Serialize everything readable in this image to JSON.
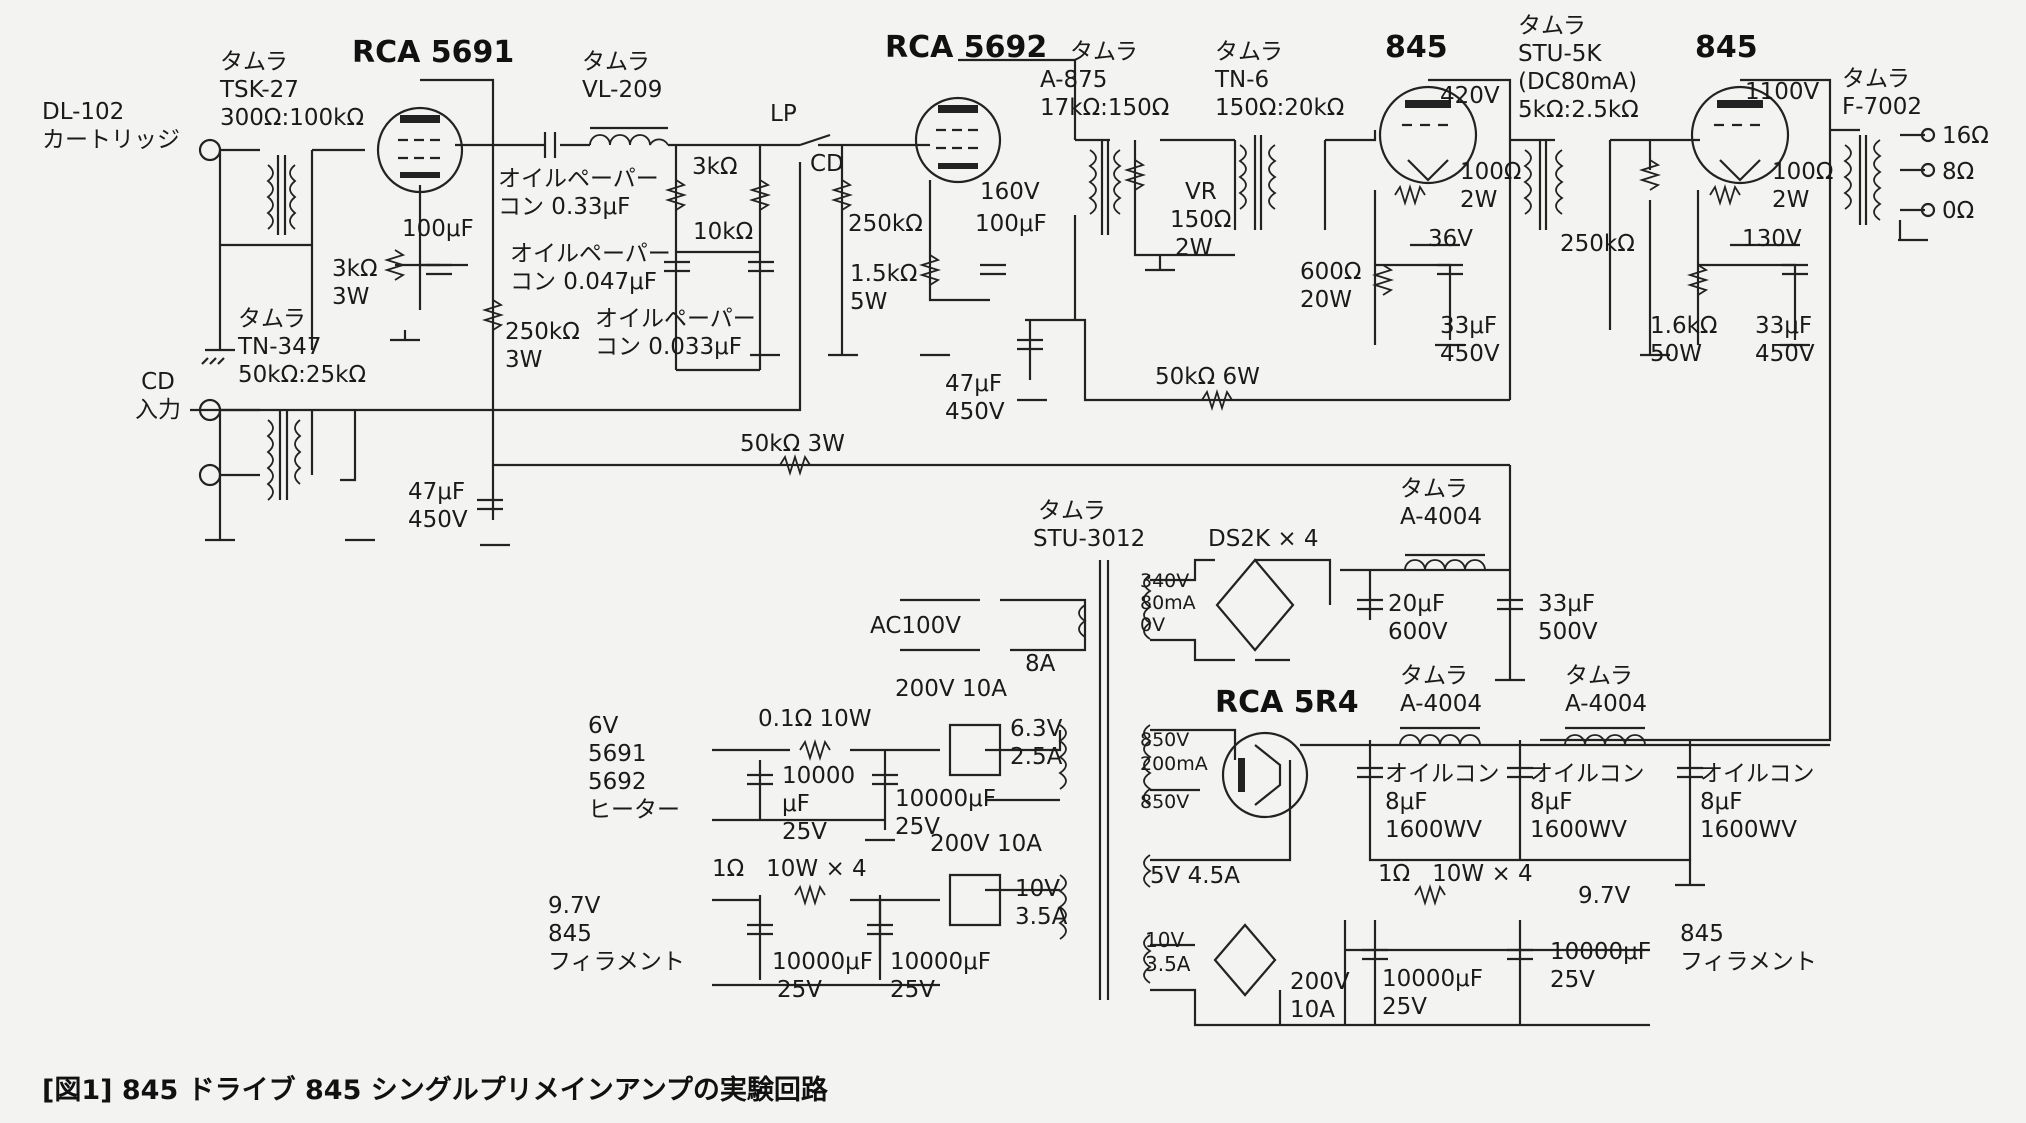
{
  "caption": "[図1]  845 ドライブ 845 シングルプリメインアンプの実験回路",
  "tubes": {
    "v1": "RCA  5691",
    "v2": "RCA  5692",
    "v3": "845",
    "v4": "845",
    "rect": "RCA  5R4"
  },
  "inputs": {
    "cartridge_1": "DL-102",
    "cartridge_2": "カートリッジ",
    "cd_1": "CD",
    "cd_2": "入力"
  },
  "transformers": {
    "tsk27": [
      "タムラ",
      "TSK-27",
      "300Ω:100kΩ"
    ],
    "tn347": [
      "タムラ",
      "TN-347",
      "50kΩ:25kΩ"
    ],
    "vl209": [
      "タムラ",
      "VL-209"
    ],
    "a875": [
      "タムラ",
      "A-875",
      "17kΩ:150Ω"
    ],
    "tn6": [
      "タムラ",
      "TN-6",
      "150Ω:20kΩ"
    ],
    "stu5k": [
      "タムラ",
      "STU-5K",
      "(DC80mA)",
      "5kΩ:2.5kΩ"
    ],
    "f7002": [
      "タムラ",
      "F-7002"
    ],
    "stu3012": [
      "タムラ",
      "STU-3012"
    ],
    "a4004_1": [
      "タムラ",
      "A-4004"
    ],
    "a4004_2": [
      "タムラ",
      "A-4004"
    ],
    "a4004_3": [
      "タムラ",
      "A-4004"
    ]
  },
  "speaker_taps": [
    "16Ω",
    "8Ω",
    "0Ω"
  ],
  "switches": {
    "lp": "LP",
    "cd": "CD"
  },
  "stage1": {
    "c_couple": [
      "オイルペーパー",
      "コン 0.33μF"
    ],
    "r_k": [
      "3kΩ",
      "3W"
    ],
    "c_k": "100μF",
    "r_grid": [
      "250kΩ",
      "3W"
    ],
    "r_3k": "3kΩ",
    "r_10k": "10kΩ",
    "c_047": [
      "オイルペーパー",
      "コン 0.047μF"
    ],
    "c_033": [
      "オイルペーパー",
      "コン 0.033μF"
    ]
  },
  "stage2": {
    "r_grid": "250kΩ",
    "v_plate": "160V",
    "c_k": "100μF",
    "r_k": [
      "1.5kΩ",
      "5W"
    ],
    "c_dec": [
      "47μF",
      "450V"
    ],
    "r_drop": "50kΩ  6W"
  },
  "stage3": {
    "v_plate": "420V",
    "r_hum": [
      "100Ω",
      "2W"
    ],
    "v_k": "36V",
    "r_k": [
      "600Ω",
      "20W"
    ],
    "c_k": [
      "33μF",
      "450V"
    ],
    "vr": [
      "VR",
      "150Ω",
      "2W"
    ]
  },
  "stage4": {
    "v_plate": "1100V",
    "r_hum": [
      "100Ω",
      "2W"
    ],
    "v_k": "130V",
    "r_k": [
      "1.6kΩ",
      "50W"
    ],
    "c_k": [
      "33μF",
      "450V"
    ],
    "r_grid": "250kΩ"
  },
  "decoupling": {
    "r_50k3w": "50kΩ  3W",
    "c_47": [
      "47μF",
      "450V"
    ]
  },
  "power": {
    "sec_hv": [
      "340V",
      "80mA",
      "0V"
    ],
    "diodes": "DS2K × 4",
    "c_20": [
      "20μF",
      "600V"
    ],
    "c_33": [
      "33μF",
      "500V"
    ],
    "ac": "AC100V",
    "fuse": "8A",
    "sec_850": [
      "850V",
      "200mA",
      "850V"
    ],
    "sec_5v": "5V 4.5A",
    "oil_cap_label": "オイルコン",
    "oil_cap_value": [
      "8μF",
      "1600WV"
    ],
    "heater_out": [
      "6V",
      "5691",
      "5692",
      "ヒーター"
    ],
    "r_01": "0.1Ω  10W",
    "bridge_1": "200V  10A",
    "sec_63": [
      "6.3V",
      "2.5A"
    ],
    "c_heater_a": [
      "10000",
      "μF",
      "25V"
    ],
    "c_heater_b": [
      "10000μF",
      "25V"
    ],
    "fil_out_1": [
      "9.7V",
      "845",
      "フィラメント"
    ],
    "r_1ohm": [
      "1Ω",
      "10W × 4"
    ],
    "bridge_2": "200V  10A",
    "sec_10v_a": [
      "10V",
      "3.5A"
    ],
    "c_fil_a": [
      "10000μF",
      "25V"
    ],
    "c_fil_b": [
      "10000μF",
      "25V"
    ],
    "sec_10v_b": [
      "10V",
      "3.5A"
    ],
    "bridge_3": [
      "200V",
      "10A"
    ],
    "r_1ohm_b": [
      "1Ω",
      "10W × 4"
    ],
    "fil_out_2_v": "9.7V",
    "c_fil_c": [
      "10000μF",
      "25V"
    ],
    "c_fil_d": [
      "10000μF",
      "25V"
    ],
    "fil_out_2": [
      "845",
      "フィラメント"
    ]
  }
}
